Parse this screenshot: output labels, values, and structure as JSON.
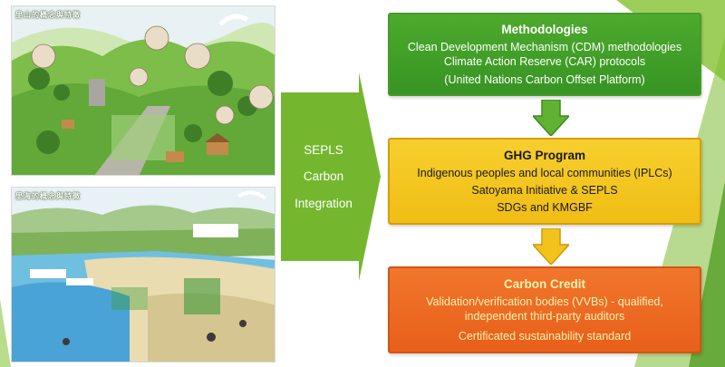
{
  "illustrations": {
    "top_caption": "里山的概念與特徵",
    "bottom_caption": "里海的概念與特徵"
  },
  "center_arrow": {
    "labels": [
      "SEPLS",
      "Carbon",
      "Integration"
    ]
  },
  "boxes": {
    "methodologies": {
      "title": "Methodologies",
      "lines": [
        "Clean Development Mechanism (CDM) methodologies",
        "Climate Action Reserve (CAR) protocols",
        "(United Nations Carbon Offset Platform)"
      ]
    },
    "ghg_program": {
      "title": "GHG Program",
      "lines": [
        "Indigenous peoples and local communities (IPLCs)",
        "Satoyama Initiative & SEPLS",
        "SDGs and KMGBF"
      ]
    },
    "carbon_credit": {
      "title": "Carbon Credit",
      "lines": [
        "Validation/verification bodies (VVBs) - qualified,",
        "independent third-party auditors",
        "Certificated sustainability standard"
      ]
    }
  },
  "colors": {
    "green": "#3c9a26",
    "yellow": "#f3c31c",
    "orange": "#ec6a22",
    "arrow_green": "#74b72f"
  }
}
